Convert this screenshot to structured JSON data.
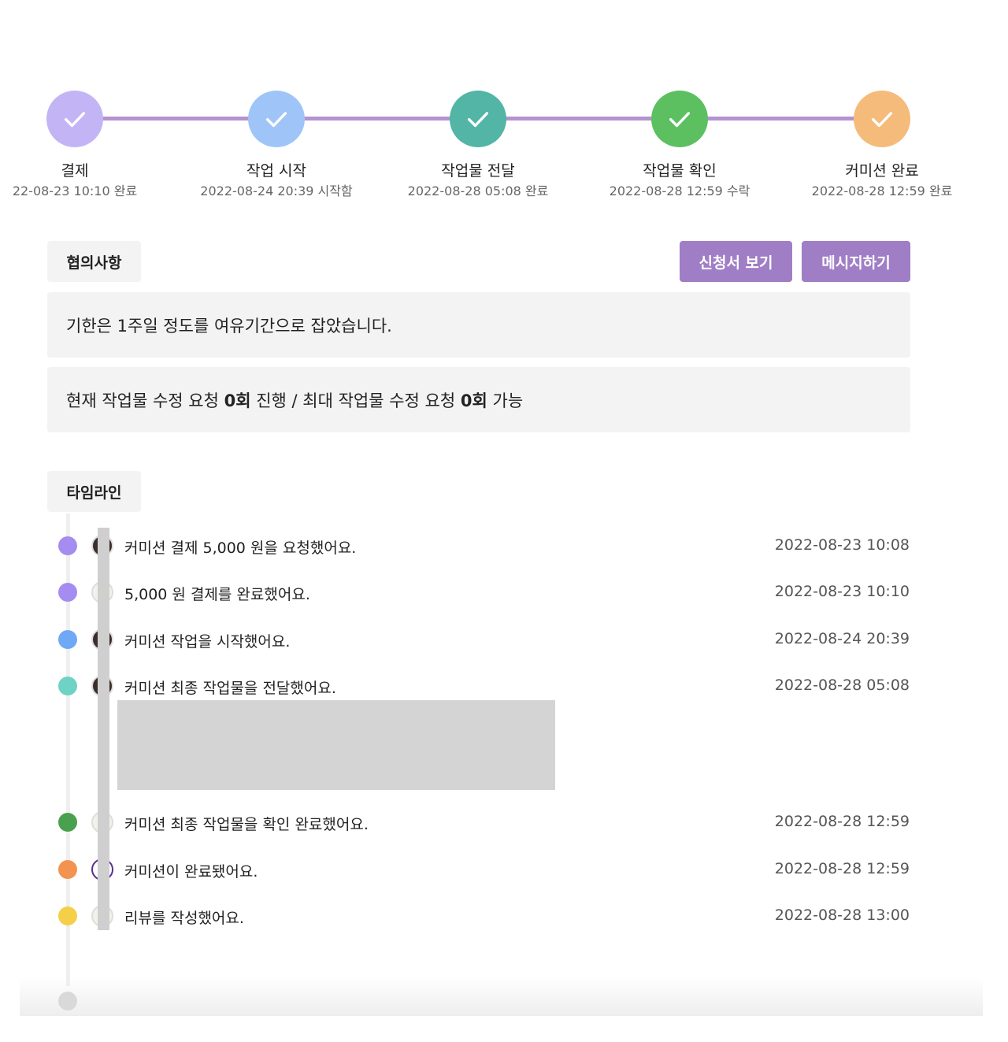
{
  "stepper": {
    "line_color": "#b493cf",
    "steps": [
      {
        "title": "결제",
        "sub": "22-08-23 10:10 완료",
        "color": "#c3b4f5",
        "icon": "check-icon"
      },
      {
        "title": "작업 시작",
        "sub": "2022-08-24 20:39 시작함",
        "color": "#9fc5f8",
        "icon": "check-icon"
      },
      {
        "title": "작업물 전달",
        "sub": "2022-08-28 05:08 완료",
        "color": "#52b5a6",
        "icon": "check-icon"
      },
      {
        "title": "작업물 확인",
        "sub": "2022-08-28 12:59 수락",
        "color": "#5cc061",
        "icon": "check-icon"
      },
      {
        "title": "커미션 완료",
        "sub": "2022-08-28 12:59 완료",
        "color": "#f5bb7a",
        "icon": "check-icon"
      }
    ]
  },
  "agreement": {
    "header": "협의사항",
    "view_application_label": "신청서 보기",
    "message_label": "메시지하기",
    "text": "기한은 1주일 정도를 여유기간으로 잡았습니다.",
    "revision": {
      "prefix": "현재 작업물 수정 요청",
      "current": "0회",
      "middle": "진행 / 최대 작업물 수정 요청",
      "max": "0회",
      "suffix": "가능"
    }
  },
  "timeline": {
    "header": "타임라인",
    "events": [
      {
        "text": "커미션 결제 5,000 원을 요청했어요.",
        "time": "2022-08-23 10:08",
        "dot_color": "#a48cf0",
        "avatar": "dark"
      },
      {
        "text": "5,000 원 결제를 완료했어요.",
        "time": "2022-08-23 10:10",
        "dot_color": "#a48cf0",
        "avatar": "light"
      },
      {
        "text": "커미션 작업을 시작했어요.",
        "time": "2022-08-24 20:39",
        "dot_color": "#6fa8f5",
        "avatar": "dark"
      },
      {
        "text": "커미션 최종 작업물을 전달했어요.",
        "time": "2022-08-28 05:08",
        "dot_color": "#6ed3c4",
        "avatar": "dark"
      },
      {
        "text": "커미션 최종 작업물을 확인 완료했어요.",
        "time": "2022-08-28 12:59",
        "dot_color": "#49a14f",
        "avatar": "light"
      },
      {
        "text": "커미션이 완료됐어요.",
        "time": "2022-08-28 12:59",
        "dot_color": "#f2944f",
        "avatar": "outline"
      },
      {
        "text": "리뷰를 작성했어요.",
        "time": "2022-08-28 13:00",
        "dot_color": "#f5cf48",
        "avatar": "light"
      }
    ]
  }
}
